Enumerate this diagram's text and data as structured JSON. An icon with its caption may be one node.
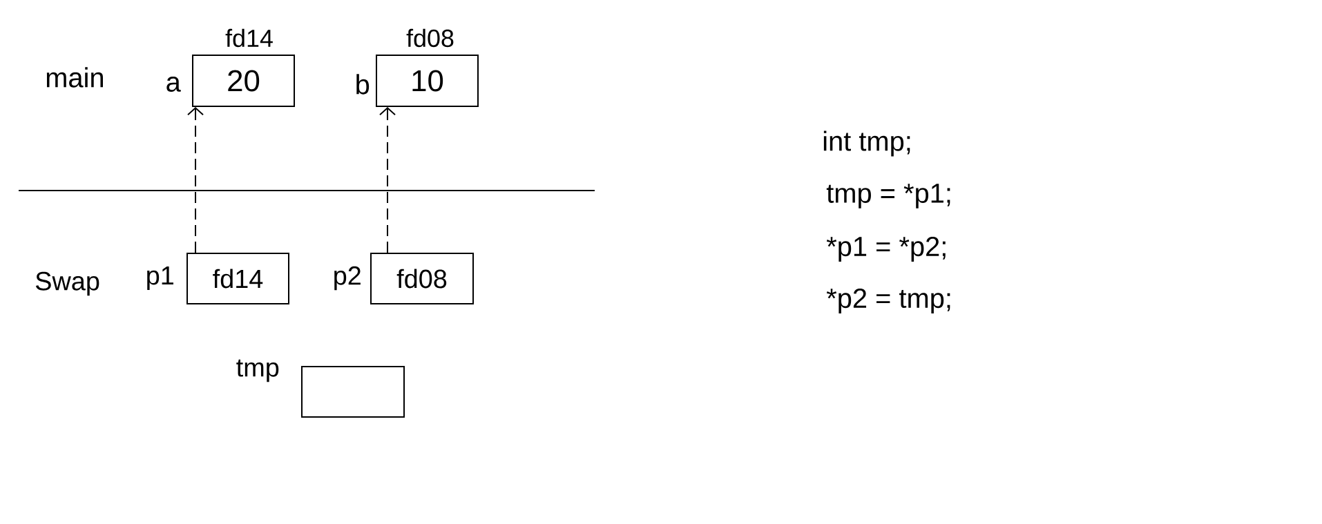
{
  "diagram": {
    "nodes": [
      {
        "text": [
          "20"
        ],
        "beside": [
          "a",
          "fd14"
        ]
      },
      {
        "text": [
          "10"
        ],
        "beside": [
          "b",
          "fd08"
        ]
      },
      {
        "text": [
          "fd14"
        ],
        "beside": [
          "p1"
        ]
      },
      {
        "text": [
          "fd08"
        ],
        "beside": [
          "p2"
        ]
      },
      {
        "text": [],
        "shape": "box",
        "beside": [
          "tmp"
        ]
      }
    ],
    "edges": [
      {
        "from": 2,
        "to": 0,
        "arrow": "to",
        "style": "dashed"
      },
      {
        "from": 3,
        "to": 1,
        "arrow": "to",
        "style": "dashed"
      }
    ],
    "labels": [
      "main",
      "Swap",
      "int tmp;",
      "tmp = *p1;",
      "*p1 = *p2;",
      "*p2 = tmp;"
    ]
  }
}
